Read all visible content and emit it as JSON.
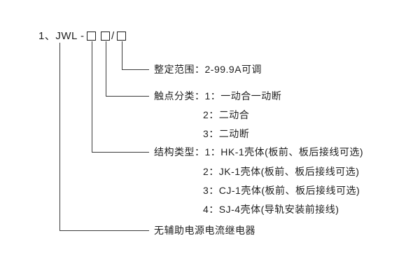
{
  "title": {
    "prefix": "1、JWL -",
    "slash": "/"
  },
  "diagram": {
    "setting_range": "整定范围：2-99.9A可调",
    "contact_class": {
      "label": "触点分类：1：一动合一动断",
      "items": [
        "2：二动合",
        "3：二动断"
      ]
    },
    "structure_type": {
      "label": "结构类型：1：HK-1壳体(板前、板后接线可选)",
      "items": [
        "2：JK-1壳体(板前、板后接线可选)",
        "3：CJ-1壳体(板前、板后接线可选)",
        "4：SJ-4壳体(导轨安装前接线)"
      ]
    },
    "product_name": "无辅助电源电流继电器"
  }
}
